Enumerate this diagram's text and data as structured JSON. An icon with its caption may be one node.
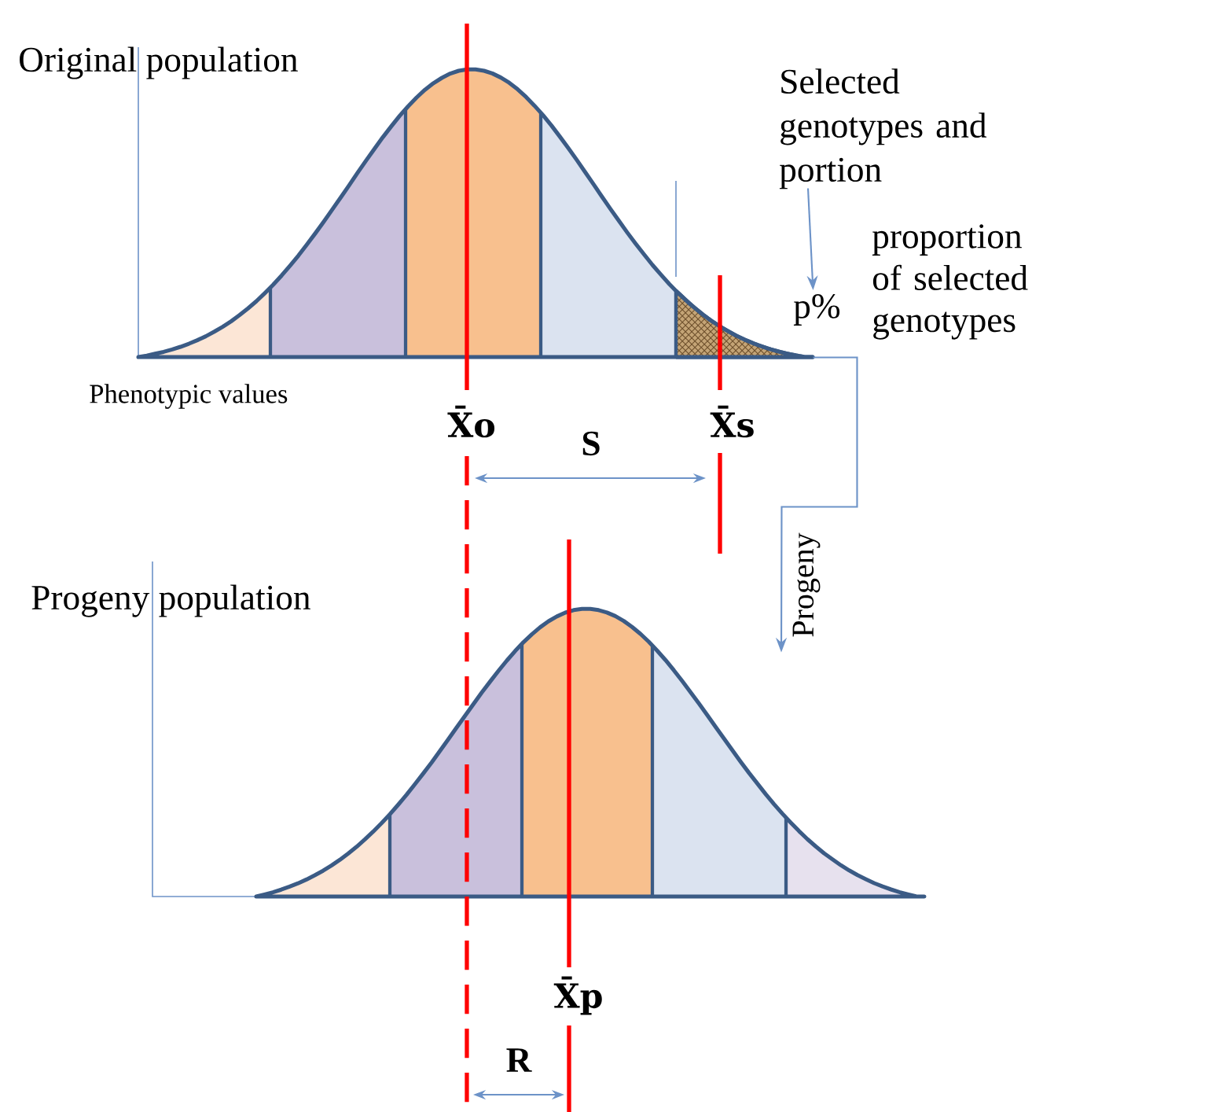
{
  "diagram": {
    "nodes": [
      {
        "text": [],
        "shape": "picture"
      },
      {
        "text": [],
        "shape": "picture",
        "in": 0
      },
      {
        "text": [
          "Selected genotypes and portion"
        ]
      },
      {
        "text": [],
        "shape": "picture"
      }
    ],
    "edges": [
      {
        "from": 2,
        "to": 1,
        "arrow": "to"
      },
      {
        "from": 1,
        "to": 3,
        "arrow": "to",
        "label": "Progeny"
      }
    ],
    "labels": [
      "Original population",
      "proportion of selected genotypes",
      "p%",
      "Phenotypic values",
      "X̄o",
      "X̄s",
      "S",
      "Progeny population",
      "X̄p",
      "R"
    ]
  }
}
